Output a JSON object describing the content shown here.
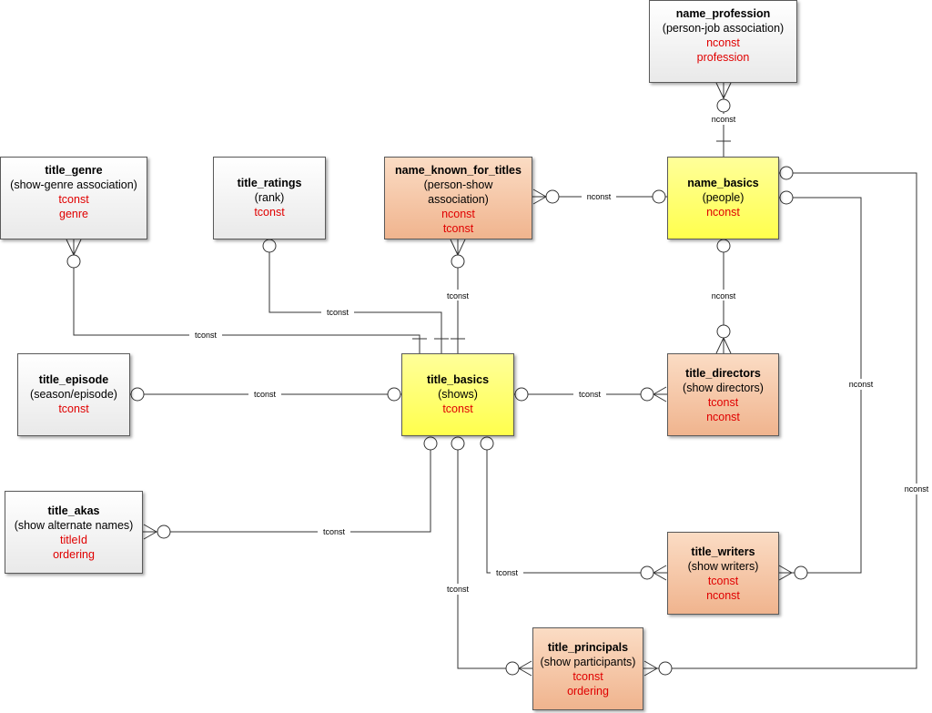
{
  "entities": {
    "name_profession": {
      "name": "name_profession",
      "desc": "(person-job association)",
      "keys": [
        "nconst",
        "profession"
      ]
    },
    "title_genre": {
      "name": "title_genre",
      "desc": "(show-genre association)",
      "keys": [
        "tconst",
        "genre"
      ]
    },
    "title_ratings": {
      "name": "title_ratings",
      "desc": "(rank)",
      "keys": [
        "tconst"
      ]
    },
    "name_known_for_titles": {
      "name": "name_known_for_titles",
      "desc": "(person-show association)",
      "keys": [
        "nconst",
        "tconst"
      ]
    },
    "name_basics": {
      "name": "name_basics",
      "desc": "(people)",
      "keys": [
        "nconst"
      ]
    },
    "title_episode": {
      "name": "title_episode",
      "desc": "(season/episode)",
      "keys": [
        "tconst"
      ]
    },
    "title_basics": {
      "name": "title_basics",
      "desc": "(shows)",
      "keys": [
        "tconst"
      ]
    },
    "title_directors": {
      "name": "title_directors",
      "desc": "(show directors)",
      "keys": [
        "tconst",
        "nconst"
      ]
    },
    "title_akas": {
      "name": "title_akas",
      "desc": "(show alternate names)",
      "keys": [
        "titleId",
        "ordering"
      ]
    },
    "title_writers": {
      "name": "title_writers",
      "desc": "(show writers)",
      "keys": [
        "tconst",
        "nconst"
      ]
    },
    "title_principals": {
      "name": "title_principals",
      "desc": "(show participants)",
      "keys": [
        "tconst",
        "ordering"
      ]
    }
  },
  "relationships": [
    {
      "id": "profession-basics",
      "label": "nconst"
    },
    {
      "id": "genre-basics",
      "label": "tconst"
    },
    {
      "id": "ratings-basics",
      "label": "tconst"
    },
    {
      "id": "known-basics",
      "label": "tconst"
    },
    {
      "id": "known-namebasics",
      "label": "nconst"
    },
    {
      "id": "namebasics-directors",
      "label": "nconst"
    },
    {
      "id": "episode-basics",
      "label": "tconst"
    },
    {
      "id": "basics-directors",
      "label": "tconst"
    },
    {
      "id": "akas-basics",
      "label": "tconst"
    },
    {
      "id": "basics-writers",
      "label": "tconst"
    },
    {
      "id": "basics-principals",
      "label": "tconst"
    },
    {
      "id": "namebasics-writers",
      "label": "nconst"
    },
    {
      "id": "namebasics-principals",
      "label": "nconst"
    }
  ]
}
